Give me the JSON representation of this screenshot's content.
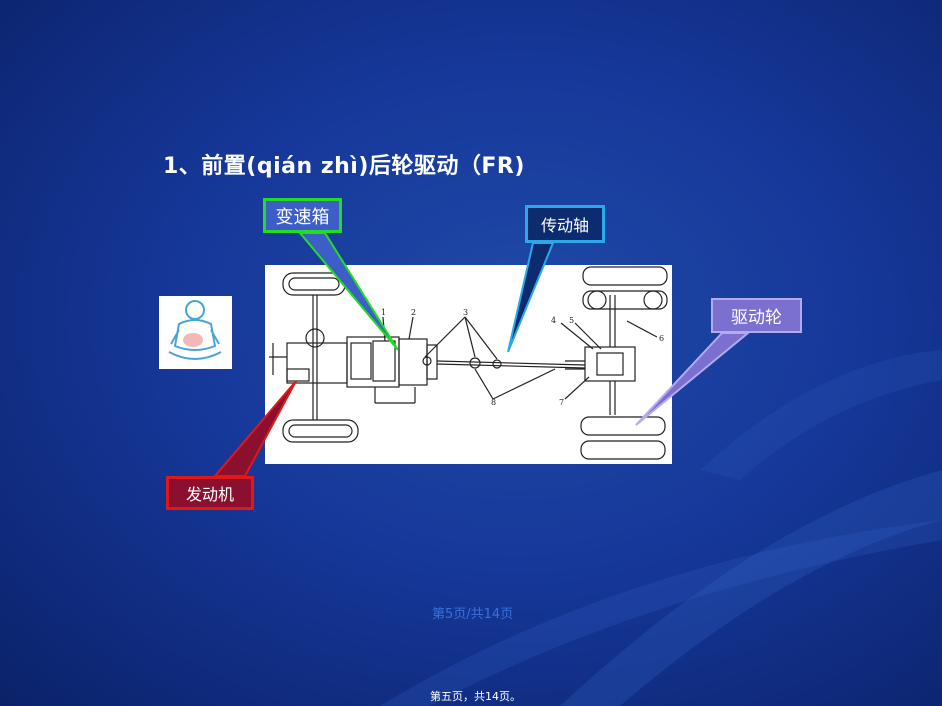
{
  "slide": {
    "title": "1、前置(qián zhì)后轮驱动（FR)",
    "labels": {
      "gearbox": "变速箱",
      "drive_shaft": "传动轴",
      "drive_wheel": "驱动轮",
      "engine": "发动机"
    },
    "diagram_numbers": [
      "1",
      "2",
      "3",
      "4",
      "5",
      "6",
      "7",
      "8"
    ],
    "page_indicator": "第5页/共14页",
    "footer": "第五页，共14页。"
  },
  "colors": {
    "background": "#16389a",
    "gearbox_border": "#22dd22",
    "shaft_border": "#2aa8e8",
    "wheel_fill": "#7b6fd0",
    "engine_fill": "#8b1030",
    "engine_border": "#e01818"
  }
}
